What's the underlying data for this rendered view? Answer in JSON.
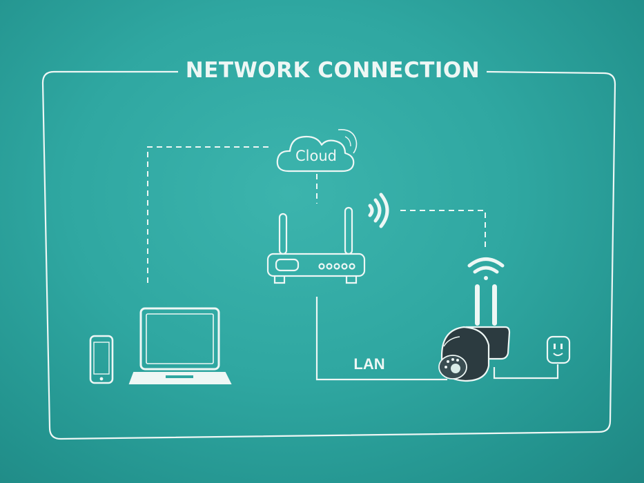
{
  "title": "NETWORK CONNECTION",
  "nodes": {
    "cloud": {
      "label": "Cloud"
    },
    "router": {
      "label": ""
    },
    "camera": {
      "label": ""
    },
    "laptop": {
      "label": ""
    },
    "phone": {
      "label": ""
    },
    "power_outlet": {
      "label": ""
    }
  },
  "connections": {
    "lan": {
      "label": "LAN"
    }
  },
  "colors": {
    "background": "#2fa7a1",
    "line": "#eef7f5",
    "camera_body": "#2c3b40"
  },
  "icons": [
    "cloud-icon",
    "router-icon",
    "wifi-signal-icon",
    "ptz-camera-icon",
    "laptop-icon",
    "smartphone-icon",
    "power-outlet-icon"
  ]
}
